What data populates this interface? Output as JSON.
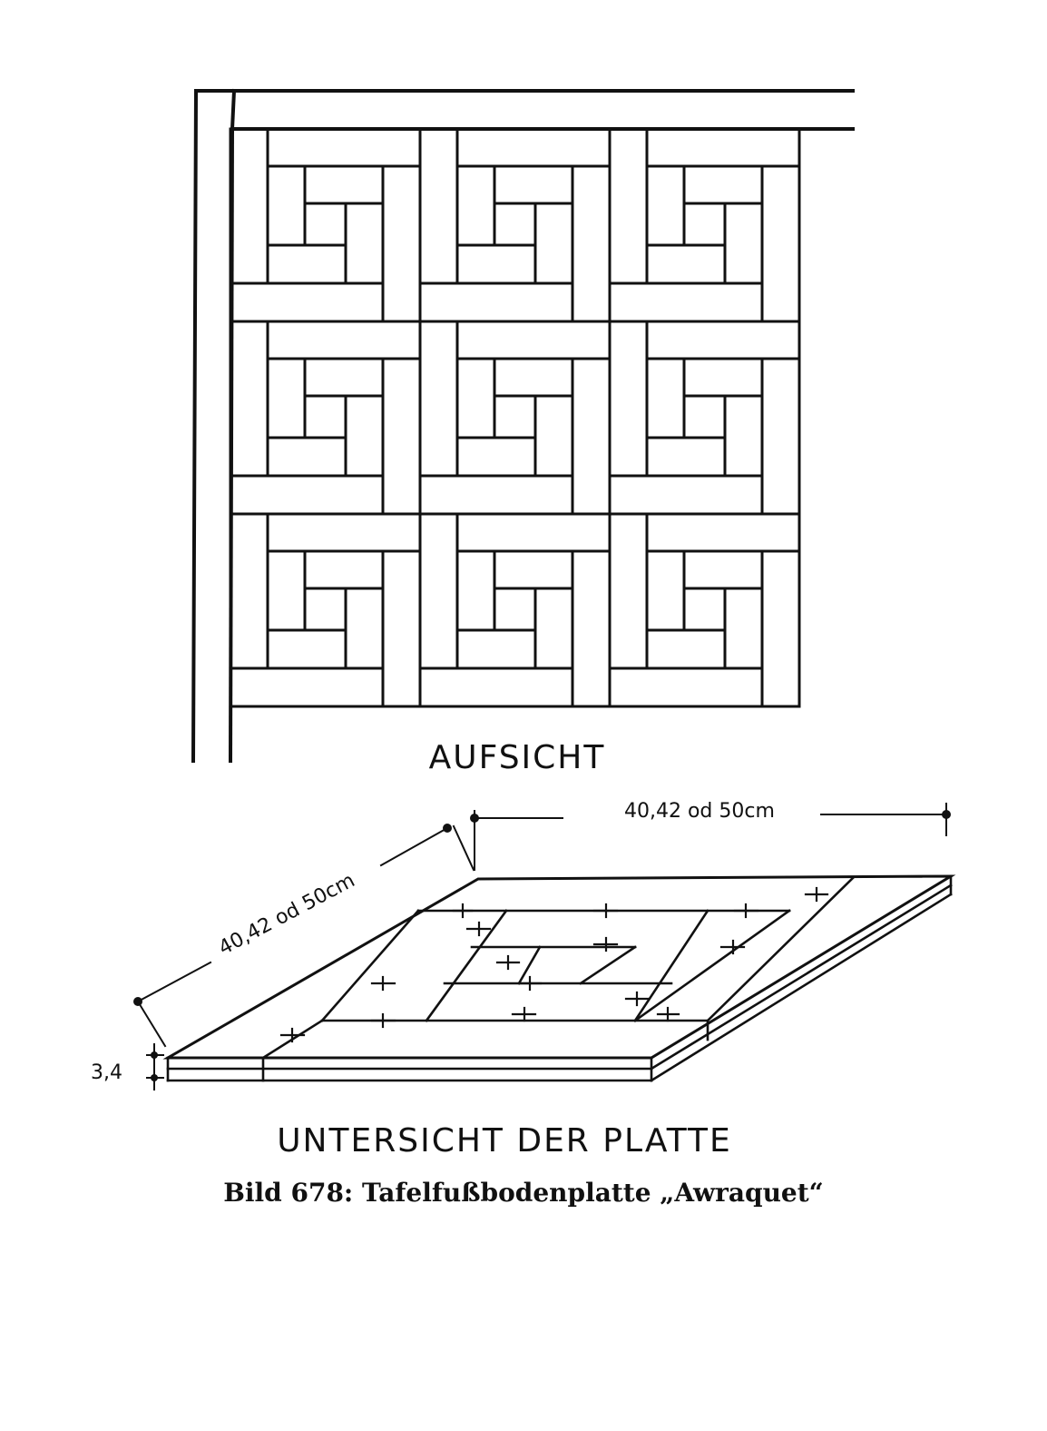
{
  "labels": {
    "top_view": "AUFSICHT",
    "bottom_view": "UNTERSICHT DER PLATTE",
    "dim_right": "40,42 od 50cm",
    "dim_left": "40,42 od 50cm",
    "thickness": "3,4"
  },
  "caption": {
    "number": "Bild 678:",
    "text": "Tafelfußbodenplatte „Awraquet“"
  },
  "pattern": {
    "rows": 3,
    "columns": 3,
    "motif": "pinwheel"
  },
  "colors": {
    "ink": "#111111",
    "paper": "#ffffff"
  }
}
